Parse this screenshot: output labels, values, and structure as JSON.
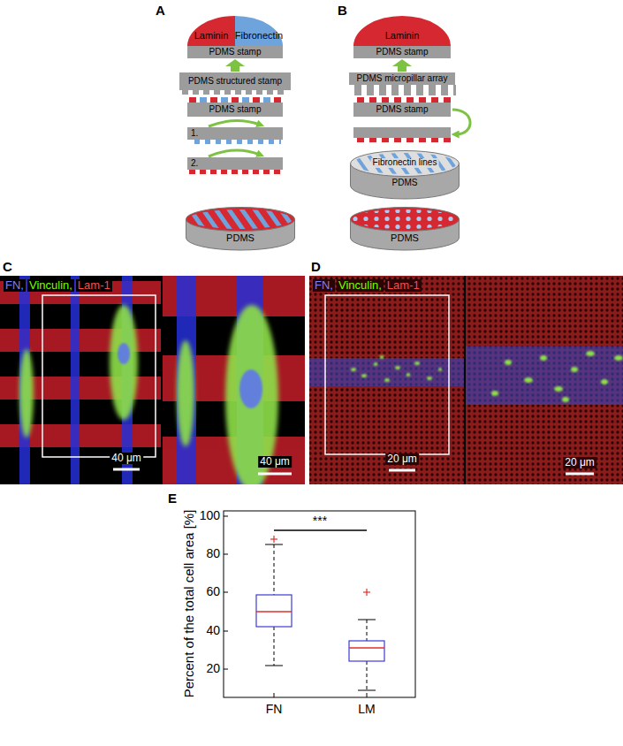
{
  "diagram": {
    "nodes": [
      {
        "text": [
          "Laminin"
        ]
      },
      {
        "text": [
          "Fibronectin"
        ]
      },
      {
        "text": [
          "PDMS stamp"
        ]
      },
      {
        "text": [
          "PDMS structured stamp"
        ]
      },
      {
        "text": [
          "PDMS stamp"
        ]
      },
      {
        "text": [
          "1."
        ]
      },
      {
        "text": [
          "2."
        ]
      },
      {
        "text": [
          "PDMS"
        ]
      },
      {
        "text": [
          "Laminin"
        ]
      },
      {
        "text": [
          "PDMS stamp"
        ]
      },
      {
        "text": [
          "PDMS micropillar array"
        ]
      },
      {
        "text": [
          "PDMS stamp"
        ]
      },
      {
        "text": [
          "Fibronectin lines",
          "PDMS"
        ]
      },
      {
        "text": [
          "PDMS"
        ]
      }
    ],
    "labels": [
      "A",
      "B",
      "C",
      "D",
      "E",
      "FN,",
      "Vinculin,",
      "Lam-1",
      "40 μm",
      "40 μm",
      "FN,",
      "Vinculin,",
      "Lam-1",
      "20 μm",
      "20 μm",
      "Percent of the total cell area [%]",
      "100",
      "80",
      "60",
      "40",
      "20",
      "FN",
      "LM",
      "***"
    ]
  }
}
